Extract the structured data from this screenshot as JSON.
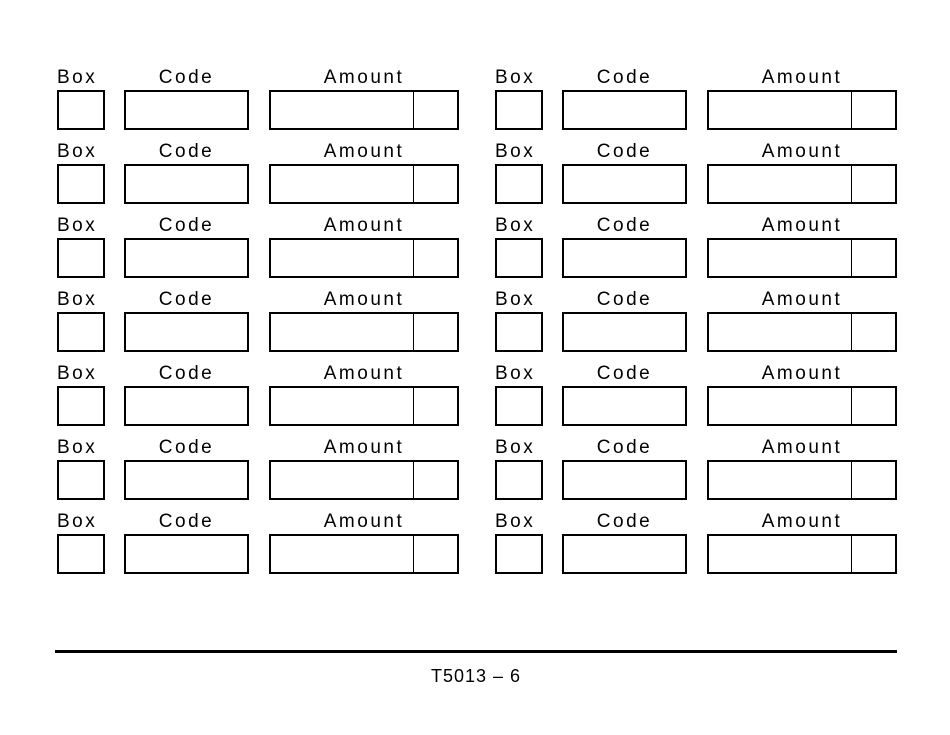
{
  "page": {
    "background_color": "#ffffff",
    "ink_color": "#000000"
  },
  "form": {
    "columns": 2,
    "rows_per_column": 7,
    "labels": {
      "box": "Box",
      "code": "Code",
      "amount": "Amount"
    },
    "values": {
      "box": "",
      "code": "",
      "amount_dollars": "",
      "amount_cents": ""
    }
  },
  "footer": {
    "page_label": "T5013 – 6"
  }
}
